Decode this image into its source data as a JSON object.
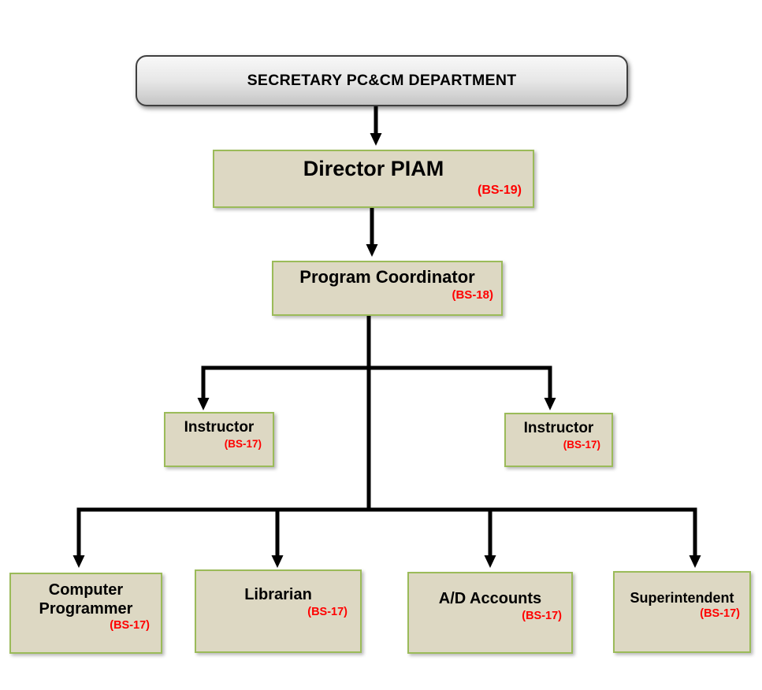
{
  "diagram_type": "org-chart",
  "colors": {
    "node_fill": "#ddd8c3",
    "node_border": "#9bbb59",
    "grade_text": "#ff0000",
    "title_text": "#000000",
    "connector": "#000000",
    "root_fill_top": "#f8f8f8",
    "root_fill_bottom": "#c5c5c5",
    "root_border": "#3f3f3f",
    "page_bg": "#ffffff"
  },
  "nodes": {
    "secretary": {
      "title": "SECRETARY PC&CM DEPARTMENT"
    },
    "director": {
      "title": "Director PIAM",
      "grade": "(BS-19)"
    },
    "program_coordinator": {
      "title": "Program Coordinator",
      "grade": "(BS-18)"
    },
    "instructor_left": {
      "title": "Instructor",
      "grade": "(BS-17)"
    },
    "instructor_right": {
      "title": "Instructor",
      "grade": "(BS-17)"
    },
    "computer_programmer": {
      "title": "Computer Programmer",
      "grade": "(BS-17)"
    },
    "librarian": {
      "title": "Librarian",
      "grade": "(BS-17)"
    },
    "ad_accounts": {
      "title": "A/D Accounts",
      "grade": "(BS-17)"
    },
    "superintendent": {
      "title": "Superintendent",
      "grade": "(BS-17)"
    }
  },
  "hierarchy": [
    {
      "parent": "SECRETARY PC&CM DEPARTMENT",
      "children": [
        "Director PIAM"
      ]
    },
    {
      "parent": "Director PIAM",
      "children": [
        "Program Coordinator"
      ]
    },
    {
      "parent": "Program Coordinator",
      "children": [
        "Instructor",
        "Instructor"
      ]
    },
    {
      "parent": "Program Coordinator",
      "children": [
        "Computer Programmer",
        "Librarian",
        "A/D Accounts",
        "Superintendent"
      ]
    }
  ]
}
